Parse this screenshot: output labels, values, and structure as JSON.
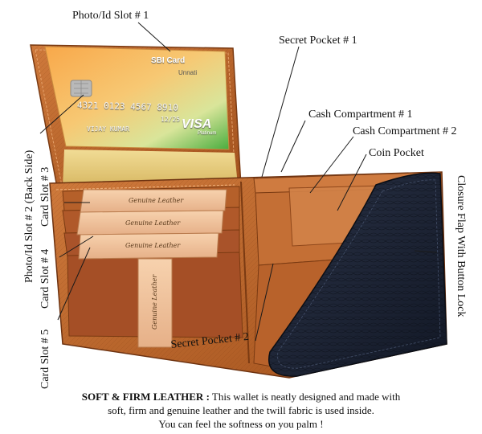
{
  "labels": {
    "photo_id_slot_1": "Photo/Id Slot # 1",
    "secret_pocket_1": "Secret Pocket # 1",
    "cash_compartment_1": "Cash Compartment # 1",
    "cash_compartment_2": "Cash Compartment # 2",
    "coin_pocket": "Coin Pocket",
    "photo_id_slot_2": "Photo/Id Slot # 2 (Back Side)",
    "card_slot_3": "Card Slot # 3",
    "card_slot_4": "Card Slot # 4",
    "card_slot_5": "Card Slot # 5",
    "secret_pocket_2": "Secret Pocket # 2",
    "closure_flap": "Closure Flap With Button Lock"
  },
  "card": {
    "bank": "SBI Card",
    "variant": "Unnati",
    "number": "4321 0123 4567 8910",
    "valid": "12/25",
    "name": "VIJAY KUMAR",
    "network": "VISA",
    "tier": "Platinum"
  },
  "slot_text": "Genuine Leather",
  "caption": {
    "heading": "SOFT & FIRM LEATHER :",
    "line1": "This wallet is neatly designed and made with",
    "line2": "soft, firm and genuine leather and the twill fabric is used inside.",
    "line3": "You can feel the softness on you palm !"
  },
  "colors": {
    "leather": "#b9652a",
    "leather_dark": "#8d4416",
    "leather_light": "#d7834a",
    "lining": "#e7cf7d",
    "flap": "#1b2233",
    "slot_insert": "#f0c29c",
    "card_orange": "#f39a3a",
    "card_green": "#3faa3c"
  }
}
